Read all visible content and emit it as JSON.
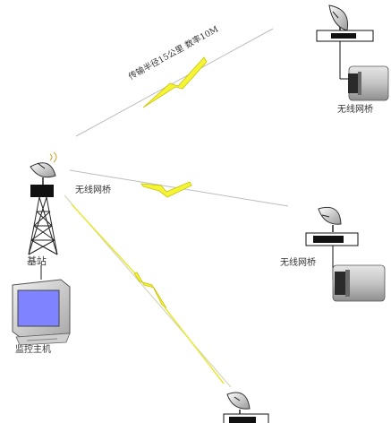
{
  "labels": {
    "link_note": "传输半径15公里 数率10M",
    "bridge_1": "无线网桥",
    "bridge_mid": "无线网桥",
    "bridge_2": "无线网桥",
    "base_station": "基站",
    "monitor_host": "监控主机"
  },
  "icons": [
    "satellite-dish-icon",
    "lattice-tower-icon",
    "crt-monitor-icon",
    "cctv-camera-icon",
    "lightning-icon"
  ],
  "colors": {
    "lightning_fill": "#f5f538",
    "lightning_stroke": "#c9c200",
    "link_line": "#bdbdbd",
    "screen": "#7f83ff"
  }
}
